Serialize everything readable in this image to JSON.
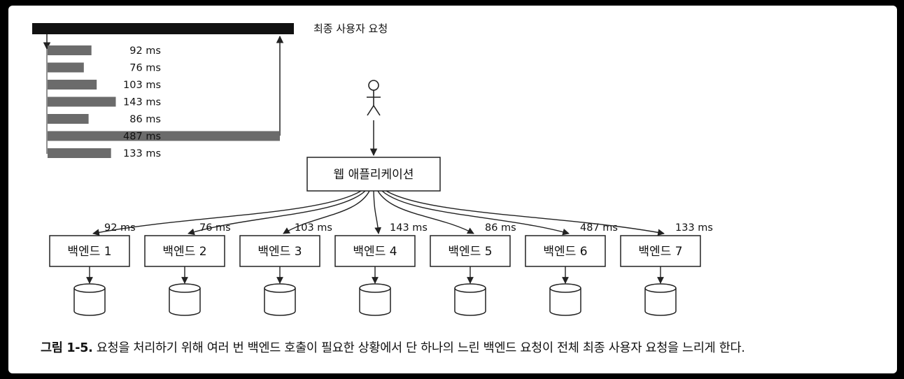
{
  "end_user_request_label": "최종 사용자 요청",
  "timing_bars": [
    {
      "label": "92 ms",
      "ms": 92
    },
    {
      "label": "76 ms",
      "ms": 76
    },
    {
      "label": "103 ms",
      "ms": 103
    },
    {
      "label": "143 ms",
      "ms": 143
    },
    {
      "label": "86 ms",
      "ms": 86
    },
    {
      "label": "487 ms",
      "ms": 487
    },
    {
      "label": "133 ms",
      "ms": 133
    }
  ],
  "web_app_label": "웹 애플리케이션",
  "backends": [
    {
      "label": "백엔드 1",
      "latency": "92 ms"
    },
    {
      "label": "백엔드 2",
      "latency": "76 ms"
    },
    {
      "label": "백엔드 3",
      "latency": "103 ms"
    },
    {
      "label": "백엔드 4",
      "latency": "143 ms"
    },
    {
      "label": "백엔드 5",
      "latency": "86 ms"
    },
    {
      "label": "백엔드 6",
      "latency": "487 ms"
    },
    {
      "label": "백엔드 7",
      "latency": "133 ms"
    }
  ],
  "caption": {
    "lead": "그림 1-5.",
    "text": " 요청을 처리하기 위해 여러 번 백엔드 호출이 필요한 상황에서 단 하나의 느린 백엔드 요청이 전체 최종 사용자 요청을 느리게 한다."
  },
  "colors": {
    "bar": "#6b6b6b",
    "top_bar": "#111111",
    "line": "#222222"
  }
}
